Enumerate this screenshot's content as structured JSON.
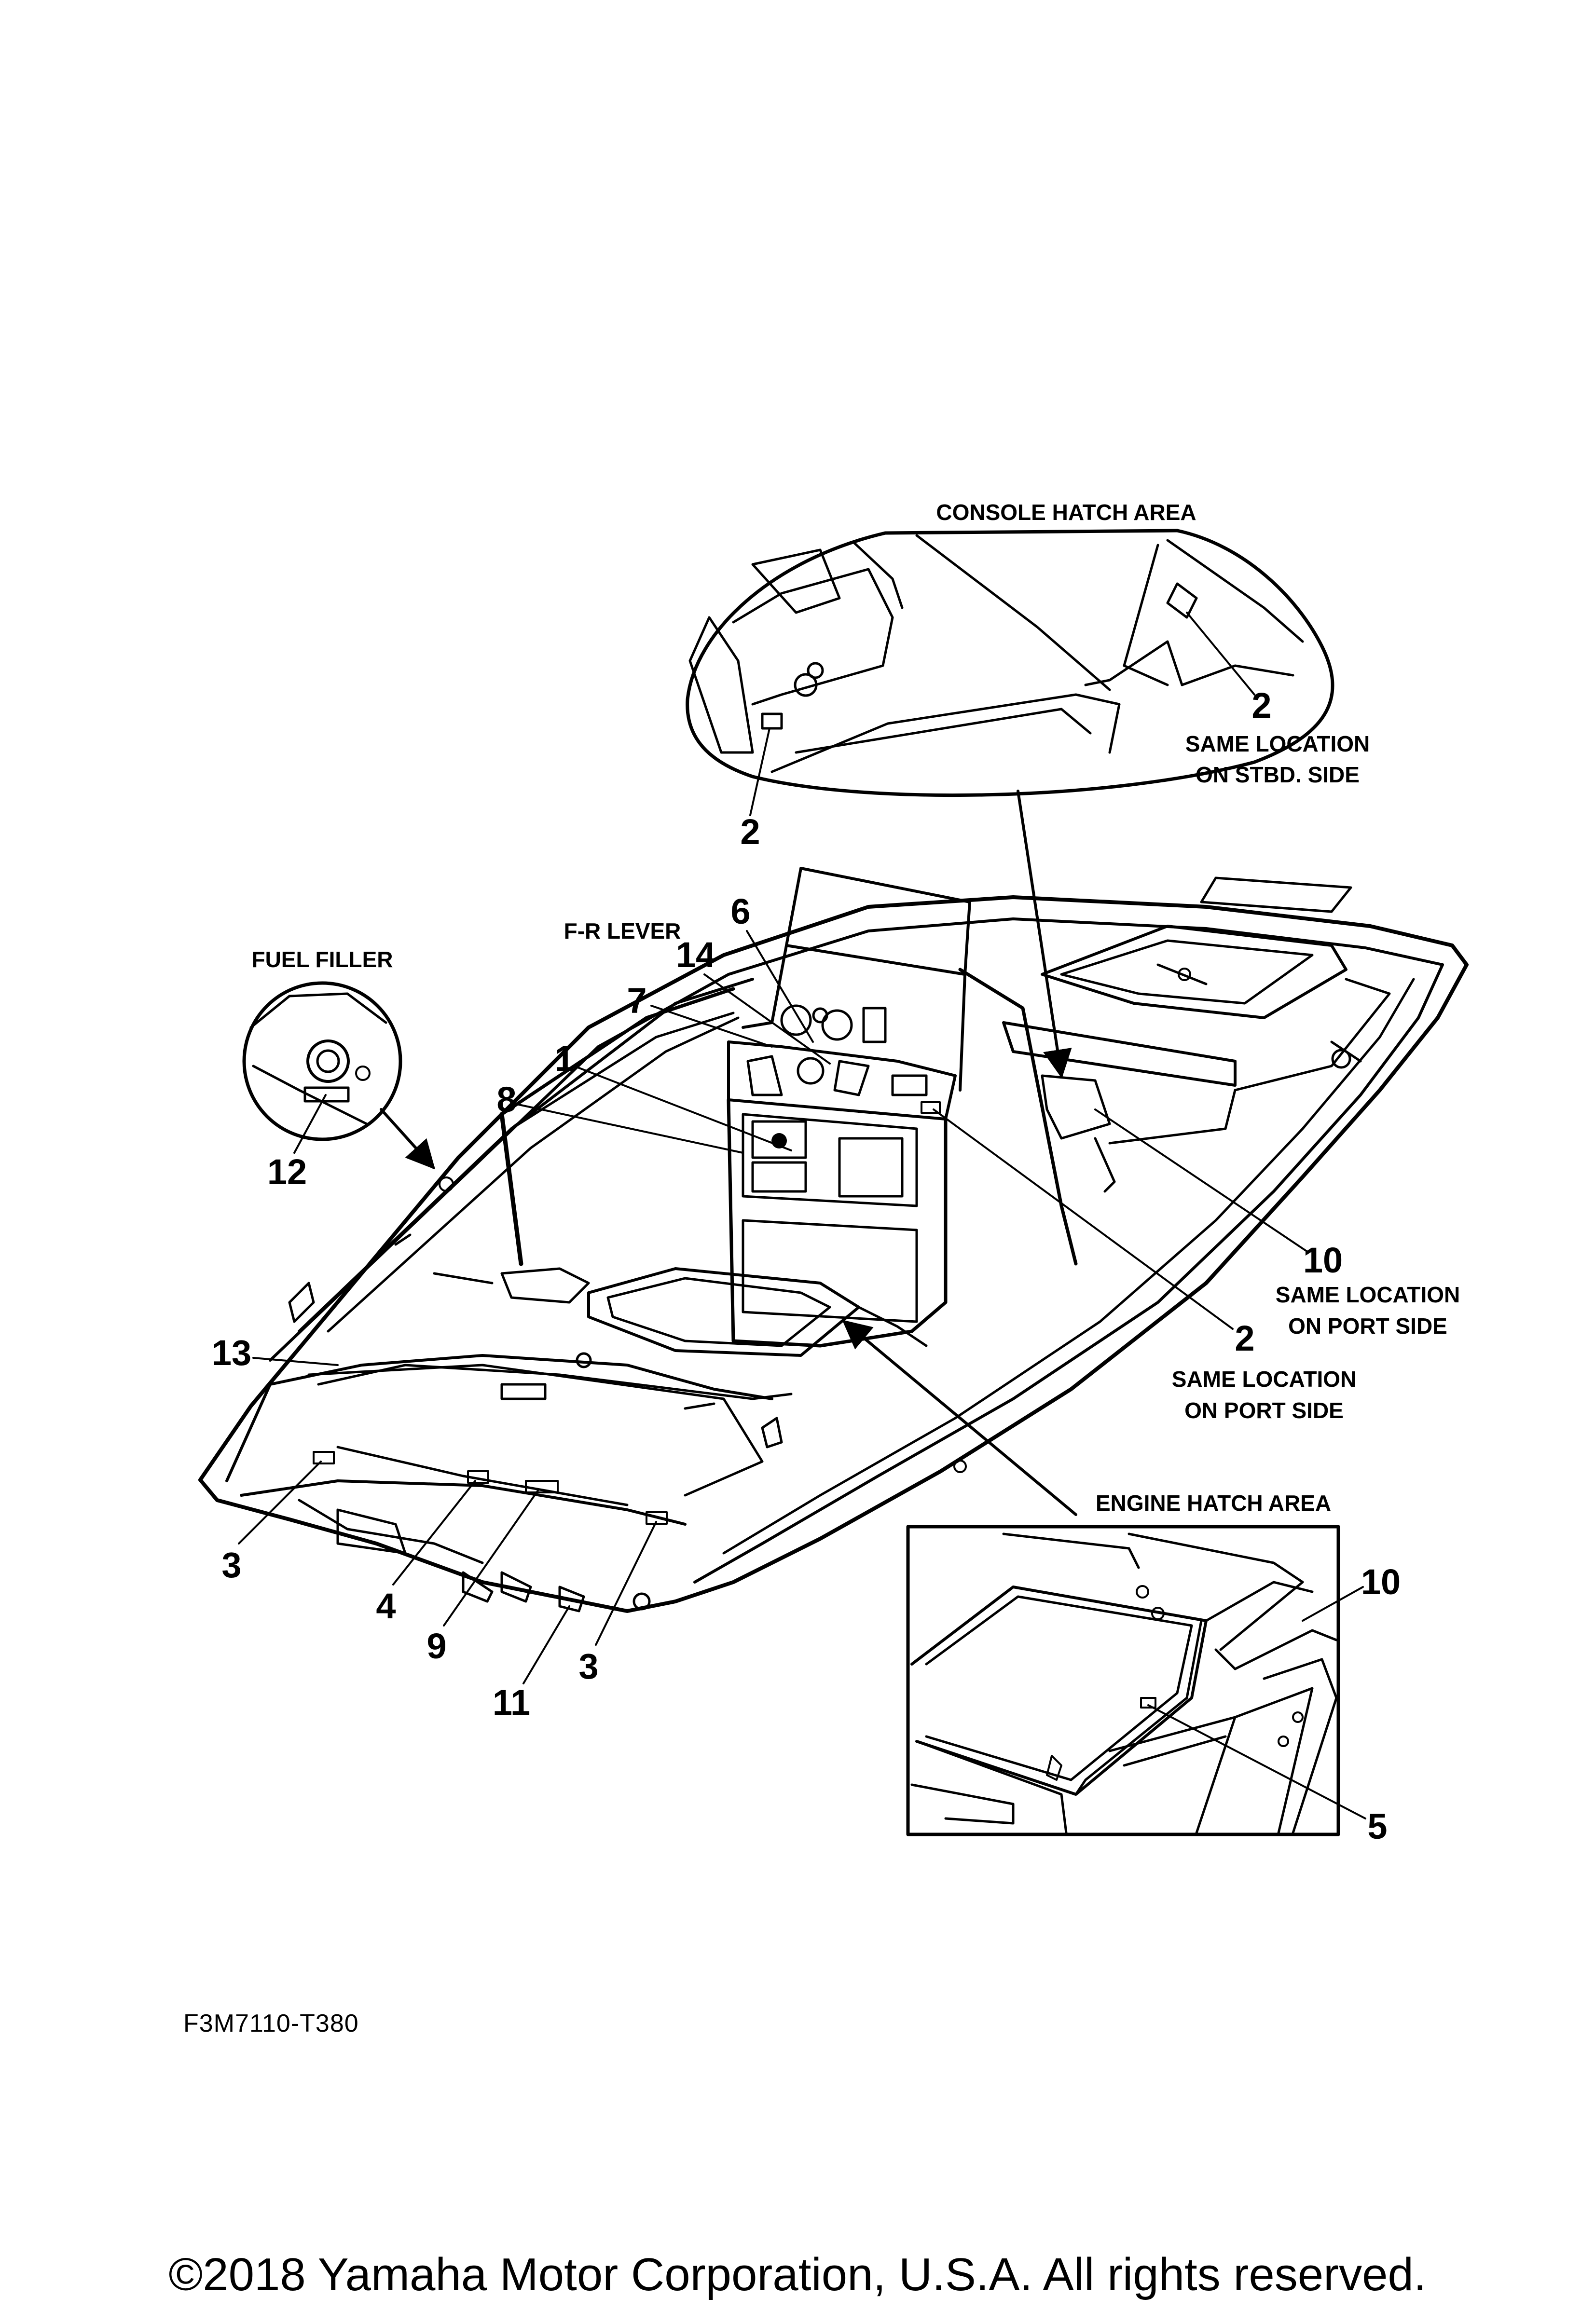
{
  "diagram": {
    "drawing_code": "F3M7110-T380",
    "copyright": "©2018 Yamaha Motor Corporation, U.S.A. All rights reserved.",
    "insets": {
      "console_hatch": {
        "title": "CONSOLE HATCH AREA"
      },
      "fuel_filler": {
        "title": "FUEL FILLER"
      },
      "engine_hatch": {
        "title": "ENGINE HATCH AREA"
      }
    },
    "labels": {
      "fr_lever": "F-R LEVER",
      "same_stbd_1": "SAME LOCATION",
      "same_stbd_2": "ON STBD. SIDE",
      "same_port_a1": "SAME LOCATION",
      "same_port_a2": "ON PORT SIDE",
      "same_port_b1": "SAME LOCATION",
      "same_port_b2": "ON PORT SIDE"
    },
    "callouts": {
      "c1": "1",
      "c2_console_right": "2",
      "c2_console_left": "2",
      "c2_main": "2",
      "c3_left": "3",
      "c3_right": "3",
      "c4": "4",
      "c5": "5",
      "c6": "6",
      "c7": "7",
      "c8": "8",
      "c9": "9",
      "c10_main": "10",
      "c10_engine": "10",
      "c11": "11",
      "c12": "12",
      "c13": "13",
      "c14": "14"
    }
  }
}
